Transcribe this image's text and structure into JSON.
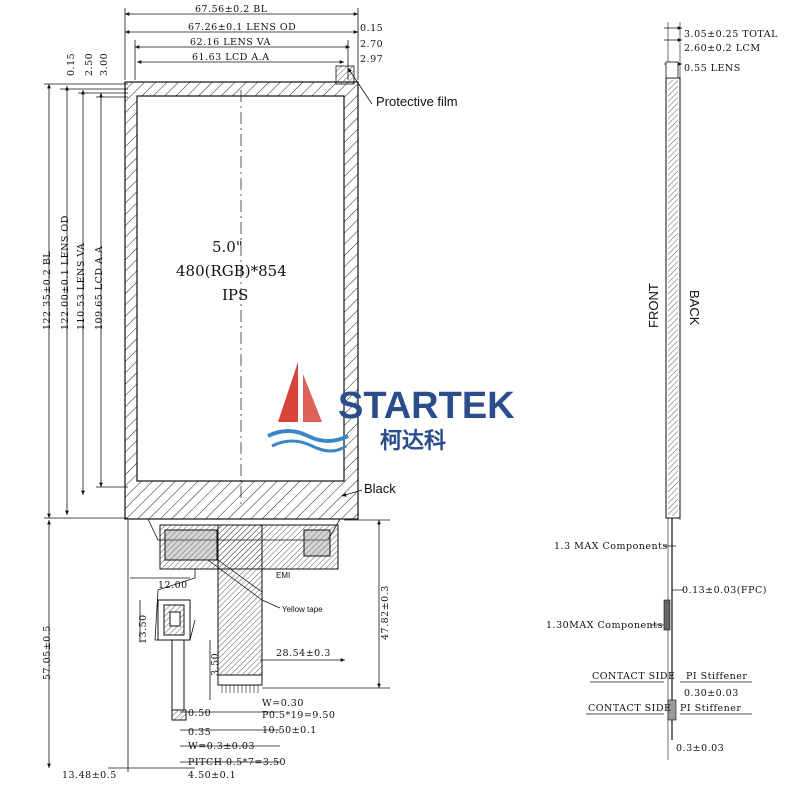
{
  "front_view": {
    "top_dims": [
      "67.56±0.2 BL",
      "67.26±0.1 LENS OD",
      "62.16 LENS VA",
      "61.63 LCD A.A"
    ],
    "top_right_dims": [
      "0.15",
      "2.70",
      "2.97"
    ],
    "top_left_small": [
      "0.15",
      "2.50",
      "3.00"
    ],
    "left_dims": [
      "122.35±0.2 BL",
      "122.00±0.1 LENS OD",
      "110.53 LENS VA",
      "109.65 LCD A.A"
    ],
    "center_lines": [
      "5.0\"",
      "480(RGB)*854",
      "IPS"
    ],
    "annotations": {
      "protective_film": "Protective film",
      "black": "Black",
      "emi": "EMI",
      "yellow_tape": "Yellow tape"
    },
    "fpc_dims": {
      "d12": "12.00",
      "d13_5": "13.50",
      "d3_5": "3.50",
      "d57": "57.05±0.5",
      "d47": "47.82±0.3",
      "d28": "28.54±0.3",
      "w030": "W=0.30",
      "p05": "P0.5*19=9.50",
      "d10_5": "10.50±0.1",
      "d050": "0.50",
      "d035": "0.35",
      "w03": "W=0.3±0.03",
      "pitch": "PITCH 0.5*7=3.50",
      "d13_48": "13.48±0.5",
      "d4_5": "4.50±0.1"
    }
  },
  "logo": {
    "name": "STARTEK",
    "chinese": "柯达科",
    "color_blue": "#2b4d8c",
    "color_red": "#d9443a",
    "color_wave": "#3a86c8"
  },
  "side_view": {
    "top_labels": [
      "3.05±0.25 TOTAL",
      "2.60±0.2 LCM",
      "0.55 LENS"
    ],
    "front": "FRONT",
    "back": "BACK",
    "labels": {
      "max1": "1.3 MAX Components",
      "fpc": "0.13±0.03(FPC)",
      "max2": "1.30MAX Components",
      "contact1": "CONTACT SIDE",
      "pi1": "PI Stiffener",
      "d030": "0.30±0.03",
      "contact2": "CONTACT SIDE",
      "pi2": "PI Stiffener",
      "d03": "0.3±0.03"
    }
  }
}
